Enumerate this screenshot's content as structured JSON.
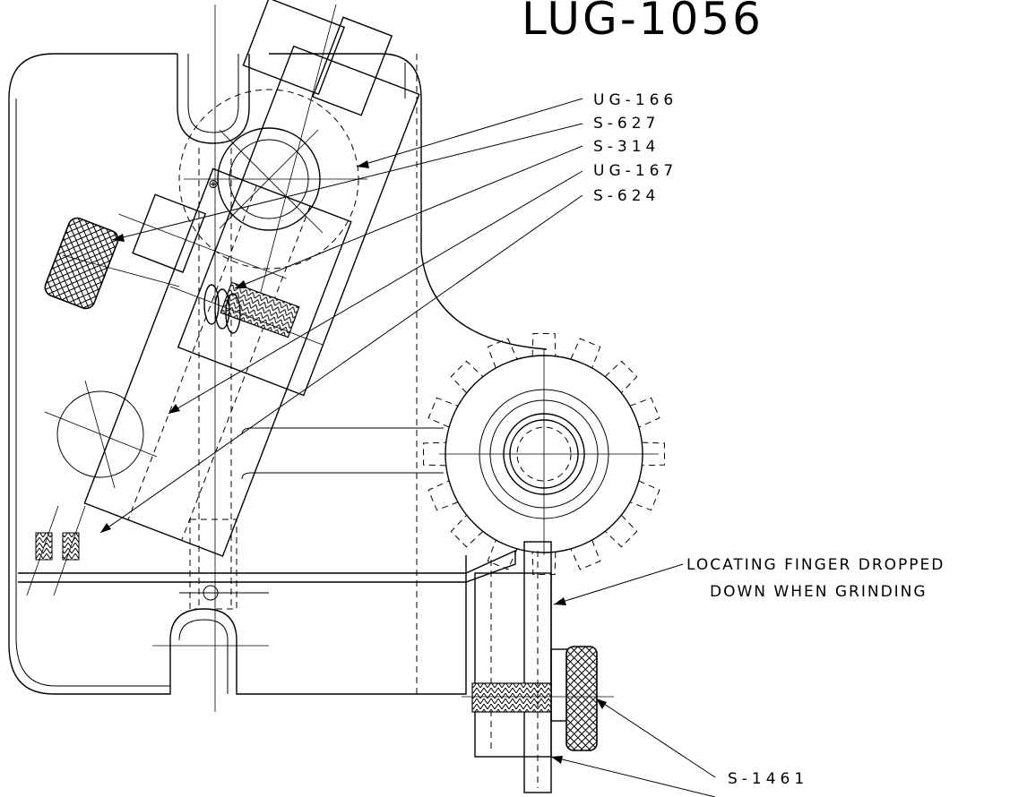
{
  "drawing": {
    "title": "LUG-1056",
    "callouts": [
      {
        "id": "ug166",
        "label": "UG-166"
      },
      {
        "id": "s627",
        "label": "S-627"
      },
      {
        "id": "s314",
        "label": "S-314"
      },
      {
        "id": "ug167",
        "label": "UG-167"
      },
      {
        "id": "s624",
        "label": "S-624"
      }
    ],
    "note": {
      "line1": "LOCATING FINGER DROPPED",
      "line2": "DOWN WHEN GRINDING"
    },
    "bottom_callout": "S-1461"
  }
}
